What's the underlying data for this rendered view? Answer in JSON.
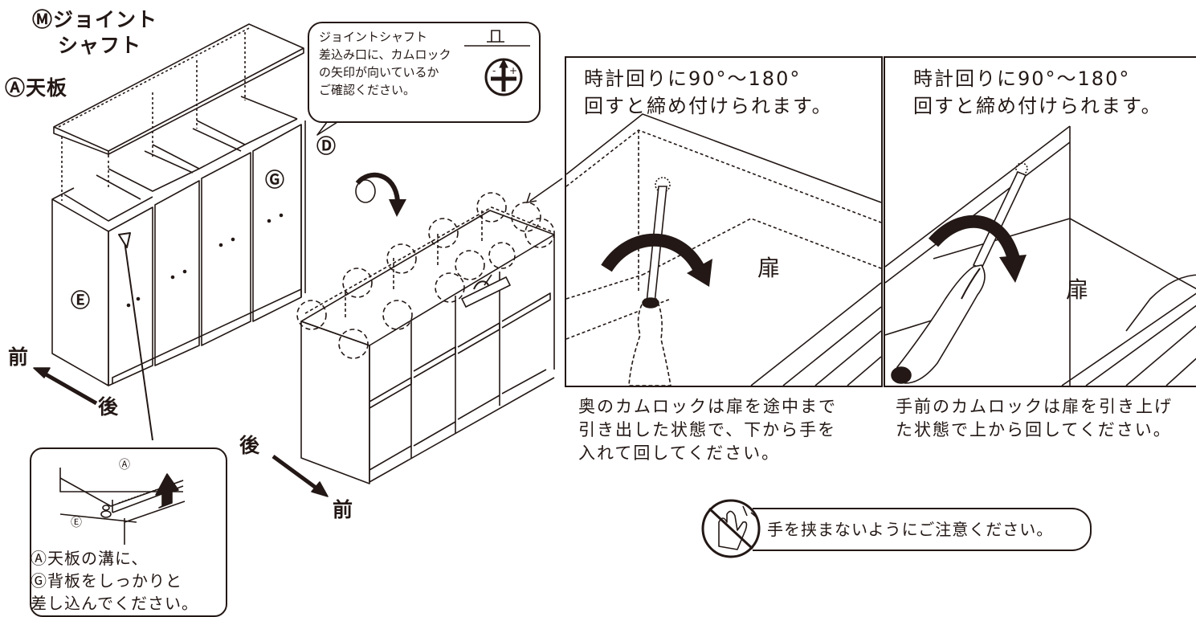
{
  "labels": {
    "joint_shaft_line1": "Ⓜジョイント",
    "joint_shaft_line2": "シャフト",
    "top_board": "Ⓐ天板",
    "part_d": "Ⓓ",
    "part_g": "Ⓖ",
    "part_e": "Ⓔ",
    "front_left": "前",
    "back_left": "後",
    "back_mid": "後",
    "front_mid": "前"
  },
  "callout_top": {
    "lines": [
      "ジョイントシャフト",
      "差込み口に、カムロック",
      "の矢印が向いているか",
      "ご確認ください。"
    ]
  },
  "inset_groove": {
    "marker_a": "Ⓐ",
    "marker_e": "Ⓔ",
    "lines": [
      "Ⓐ天板の溝に、",
      "Ⓖ背板をしっかりと",
      "差し込んでください。"
    ]
  },
  "panel_left": {
    "lines": [
      "時計回りに90°～180°",
      "回すと締め付けられます。"
    ],
    "door_label": "扉",
    "caption": [
      "奥のカムロックは扉を途中まで",
      "引き出した状態で、下から手を",
      "入れて回してください。"
    ]
  },
  "panel_right": {
    "lines": [
      "時計回りに90°～180°",
      "回すと締め付けられます。"
    ],
    "door_label": "扉",
    "caption": [
      "手前のカムロックは扉を引き上げ",
      "た状態で上から回してください。"
    ]
  },
  "warning": {
    "text": "手を挟まないようにご注意ください。"
  },
  "icons": [
    "cam-lock-arrow-icon",
    "screwdriver-icon",
    "rotate-arrow-icon",
    "no-pinch-hand-icon",
    "up-arrow-icon"
  ]
}
